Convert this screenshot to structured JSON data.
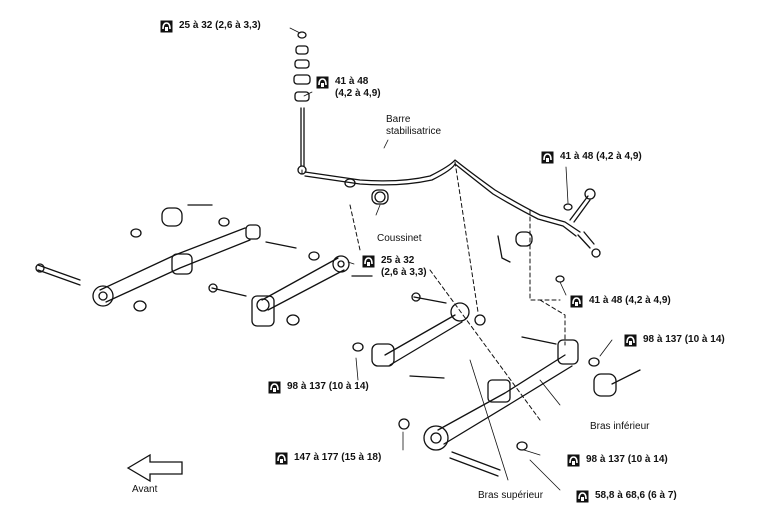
{
  "torques": [
    {
      "id": "t1",
      "text": "25 à 32 (2,6 à 3,3)"
    },
    {
      "id": "t2",
      "line1": "41 à 48",
      "line2": "(4,2 à 4,9)"
    },
    {
      "id": "t3",
      "text": "41 à 48 (4,2 à 4,9)"
    },
    {
      "id": "t4",
      "line1": "25 à 32",
      "line2": "(2,6 à 3,3)"
    },
    {
      "id": "t5",
      "text": "41 à 48 (4,2 à 4,9)"
    },
    {
      "id": "t6",
      "text": "98 à 137 (10 à 14)"
    },
    {
      "id": "t7",
      "text": "98 à 137 (10 à 14)"
    },
    {
      "id": "t8",
      "text": "147 à 177 (15 à 18)"
    },
    {
      "id": "t9",
      "text": "98 à 137 (10 à 14)"
    },
    {
      "id": "t10",
      "text": "58,8 à 68,6 (6 à 7)"
    }
  ],
  "labels": {
    "stabilizer_line1": "Barre",
    "stabilizer_line2": "stabilisatrice",
    "bushing": "Coussinet",
    "lower_arm": "Bras inférieur",
    "upper_arm": "Bras supérieur",
    "front": "Avant"
  },
  "icons": {
    "torque": "torque-wrench-icon",
    "front_arrow": "front-arrow-icon"
  }
}
